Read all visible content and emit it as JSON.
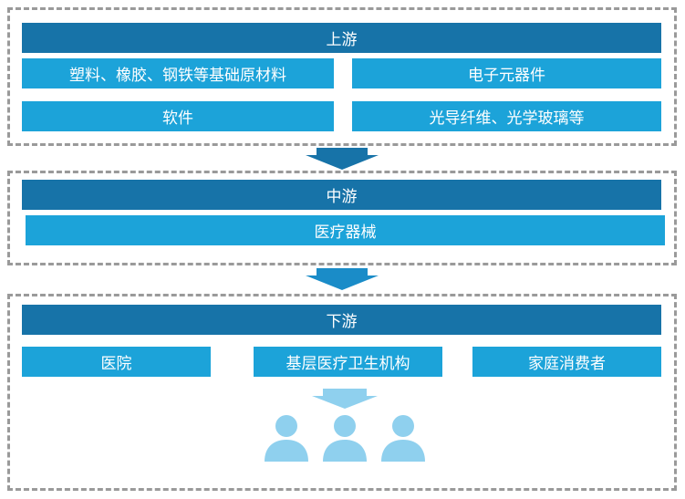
{
  "upstream": {
    "header": "上游",
    "items": [
      "塑料、橡胶、钢铁等基础原材料",
      "电子元器件",
      "软件",
      "光导纤维、光学玻璃等"
    ]
  },
  "midstream": {
    "header": "中游",
    "items": [
      "医疗器械"
    ]
  },
  "downstream": {
    "header": "下游",
    "items": [
      "医院",
      "基层医疗卫生机构",
      "家庭消费者"
    ]
  },
  "icons": {
    "down_arrow": "down-arrow-icon",
    "users": "users-group-icon"
  },
  "colors": {
    "header_bar": "#1773a8",
    "item_bar": "#1ca3d9",
    "arrow": "#1773a8",
    "light_arrow": "#8fd0ee",
    "people": "#8fd0ee",
    "dashed_border": "#9a9a9a"
  }
}
